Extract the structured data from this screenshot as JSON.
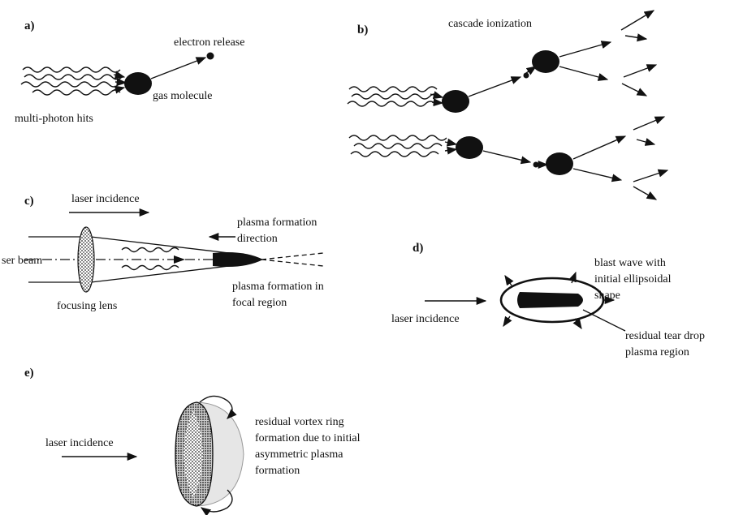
{
  "panels": {
    "a": {
      "letter": "a)",
      "electron_release": "electron release",
      "gas_molecule": "gas molecule",
      "multi_photon_hits": "multi-photon hits"
    },
    "b": {
      "letter": "b)",
      "cascade_ionization": "cascade ionization"
    },
    "c": {
      "letter": "c)",
      "laser_incidence": "laser incidence",
      "plasma_direction_1": "plasma formation",
      "plasma_direction_2": "direction",
      "laser_beam": "ser beam",
      "focusing_lens": "focusing lens",
      "plasma_focal_1": "plasma formation in",
      "plasma_focal_2": "focal region"
    },
    "d": {
      "letter": "d)",
      "blast_wave_1": "blast wave with",
      "blast_wave_2": "initial ellipsoidal",
      "blast_wave_3": "shape",
      "laser_incidence": "laser incidence",
      "residual_1": "residual tear drop",
      "residual_2": "plasma region"
    },
    "e": {
      "letter": "e)",
      "laser_incidence": "laser incidence",
      "vortex_1": "residual vortex ring",
      "vortex_2": "formation due to initial",
      "vortex_3": "asymmetric plasma",
      "vortex_4": "formation"
    }
  },
  "colors": {
    "ink": "#111111",
    "background": "#ffffff"
  }
}
